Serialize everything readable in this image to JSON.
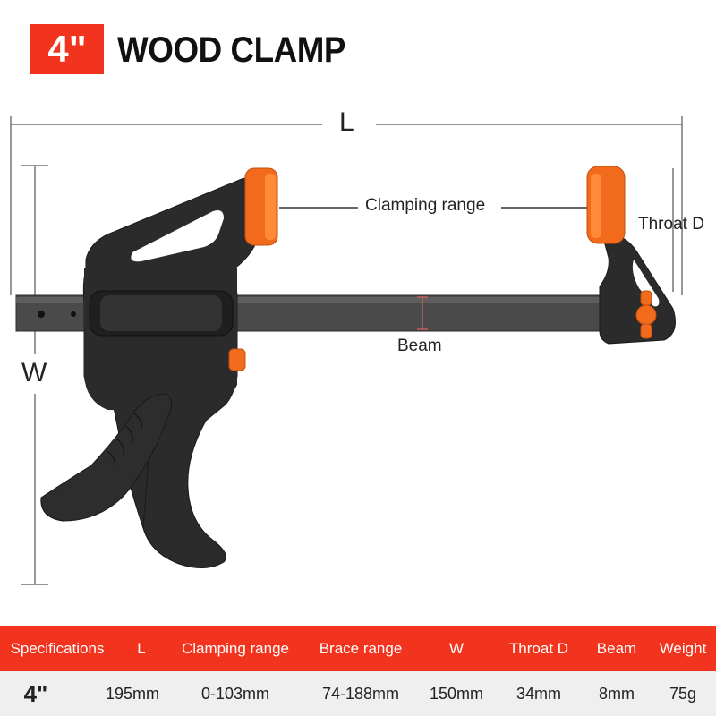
{
  "title": {
    "badge": "4\"",
    "text": "WOOD CLAMP"
  },
  "labels": {
    "length": "L",
    "width": "W",
    "clamping_range": "Clamping range",
    "throat": "Throat D",
    "beam": "Beam"
  },
  "colors": {
    "accent": "#f2331e",
    "orange": "#f26a1b",
    "body": "#2b2b2b"
  },
  "specs": {
    "headers": [
      "Specifications",
      "L",
      "Clamping range",
      "Brace range",
      "W",
      "Throat D",
      "Beam",
      "Weight"
    ],
    "values": [
      "4\"",
      "195mm",
      "0-103mm",
      "74-188mm",
      "150mm",
      "34mm",
      "8mm",
      "75g"
    ]
  }
}
